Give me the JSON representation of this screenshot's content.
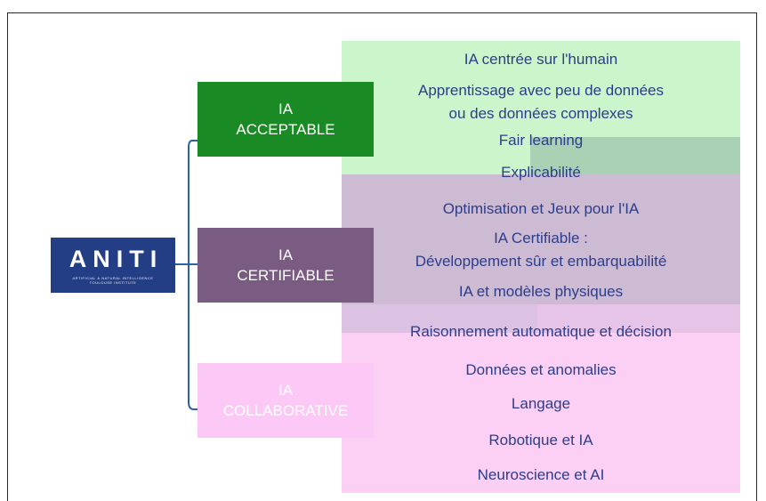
{
  "logo": {
    "word": "ANITI",
    "subtitle_line1": "ARTIFICIAL & NATURAL INTELLIGENCE",
    "subtitle_line2": "TOULOUSE INSTITUTE"
  },
  "categories": [
    {
      "line1": "IA",
      "line2": "ACCEPTABLE",
      "color": "#1a8a24"
    },
    {
      "line1": "IA",
      "line2": "CERTIFIABLE",
      "color": "#7a5b82"
    },
    {
      "line1": "IA",
      "line2": "COLLABORATIVE",
      "color": "#fcc9f6"
    }
  ],
  "topics": [
    "IA centrée sur l'humain",
    "Apprentissage avec peu de données",
    "ou des données complexes",
    "Fair learning",
    "Explicabilité",
    "Optimisation et Jeux pour l'IA",
    "IA Certifiable :",
    "Développement sûr et embarquabilité",
    "IA et modèles physiques",
    "Raisonnement automatique et décision",
    "Données et anomalies",
    "Langage",
    "Robotique et IA",
    "Neuroscience et AI"
  ],
  "colors": {
    "green_region": "#cbf5cb",
    "purple_region": "#cdbad3",
    "pink_region": "#fcd0f4",
    "topic_text": "#2d3d8a",
    "logo_bg": "#243e86",
    "connector": "#2a62a8"
  }
}
